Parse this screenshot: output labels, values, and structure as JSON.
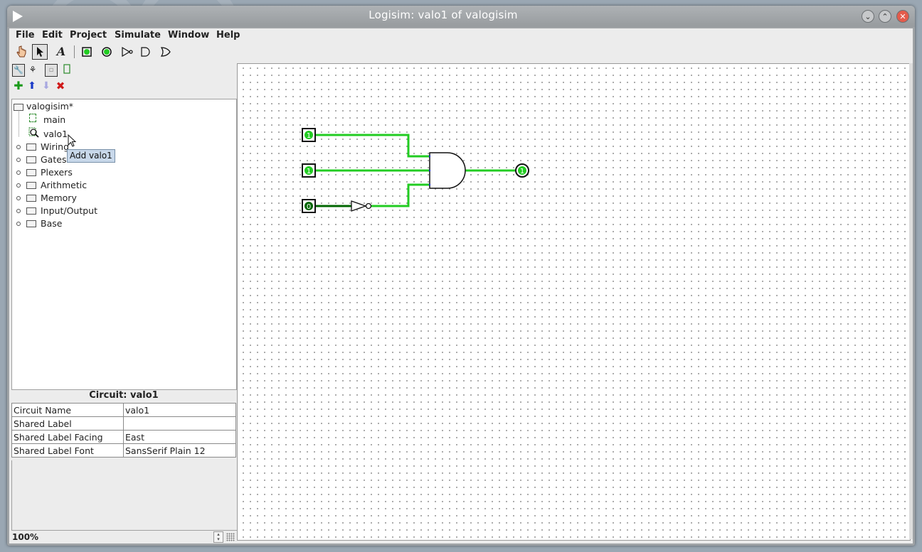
{
  "window": {
    "title": "Logisim: valo1 of valogisim",
    "controls": [
      "minimize",
      "maximize",
      "close"
    ]
  },
  "menu": {
    "items": [
      "File",
      "Edit",
      "Project",
      "Simulate",
      "Window",
      "Help"
    ]
  },
  "toolbar": {
    "tools": [
      "poke-tool-icon",
      "select-tool-icon",
      "text-tool-icon",
      "input-pin-icon",
      "output-pin-icon",
      "not-gate-icon",
      "and-gate-icon",
      "or-gate-icon"
    ],
    "selected": "select-tool-icon"
  },
  "explorer": {
    "view_tabs": [
      "toolbox-view-icon",
      "simulation-tree-icon",
      "edit-layout-icon",
      "edit-appearance-icon"
    ],
    "actions": [
      "add-circuit-icon",
      "move-up-icon",
      "move-down-icon",
      "remove-circuit-icon"
    ],
    "project": "valogisim*",
    "circuits": [
      "main",
      "valo1"
    ],
    "libraries": [
      "Wiring",
      "Gates",
      "Plexers",
      "Arithmetic",
      "Memory",
      "Input/Output",
      "Base"
    ],
    "tooltip": "Add valo1"
  },
  "attributes": {
    "title": "Circuit: valo1",
    "rows": [
      {
        "name": "Circuit Name",
        "value": "valo1"
      },
      {
        "name": "Shared Label",
        "value": ""
      },
      {
        "name": "Shared Label Facing",
        "value": "East"
      },
      {
        "name": "Shared Label Font",
        "value": "SansSerif Plain 12"
      }
    ]
  },
  "zoom": "100%",
  "circuit": {
    "inputs": [
      "1",
      "1",
      "0"
    ],
    "output": "1",
    "colors": {
      "wire_on": "#22cc22",
      "wire_off": "#006600",
      "pin_on": "#22cc22",
      "pin_off": "#006600"
    }
  }
}
